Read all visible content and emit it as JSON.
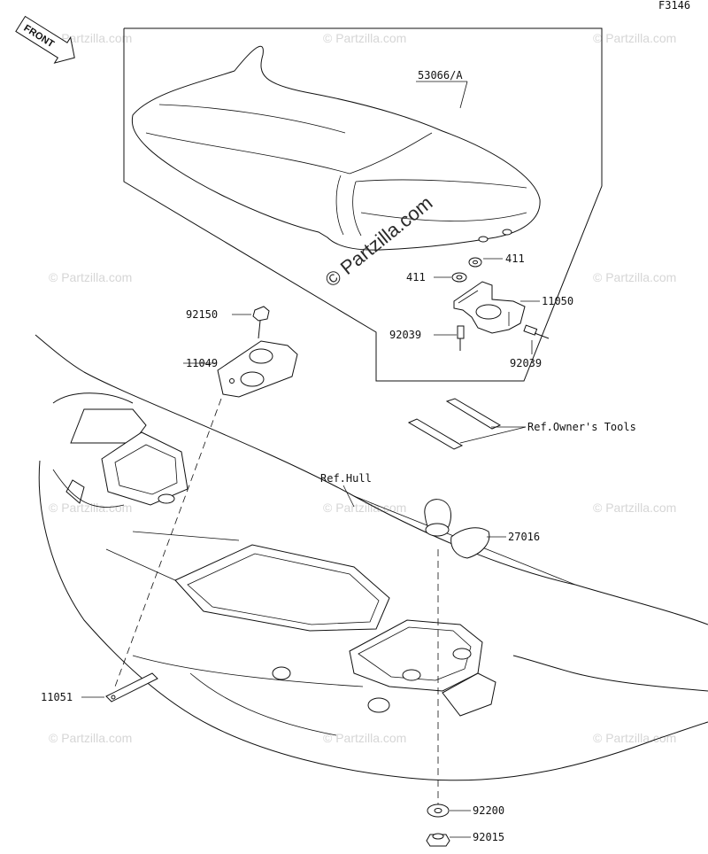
{
  "figure_code": "F3146",
  "front_tag": "FRONT",
  "watermark_main": "© Partzilla.com",
  "watermark_faint": "© Partzilla.com",
  "labels": {
    "seat": "53066/A",
    "washer_upper": "411",
    "washer_left": "411",
    "bracket": "11050",
    "pin_left": "92039",
    "pin_right": "92039",
    "bolt": "92150",
    "tray_plate": "11049",
    "tools": "Ref.Owner's Tools",
    "hull": "Ref.Hull",
    "cap": "27016",
    "strap": "11051",
    "grommet": "92200",
    "nut": "92015"
  }
}
